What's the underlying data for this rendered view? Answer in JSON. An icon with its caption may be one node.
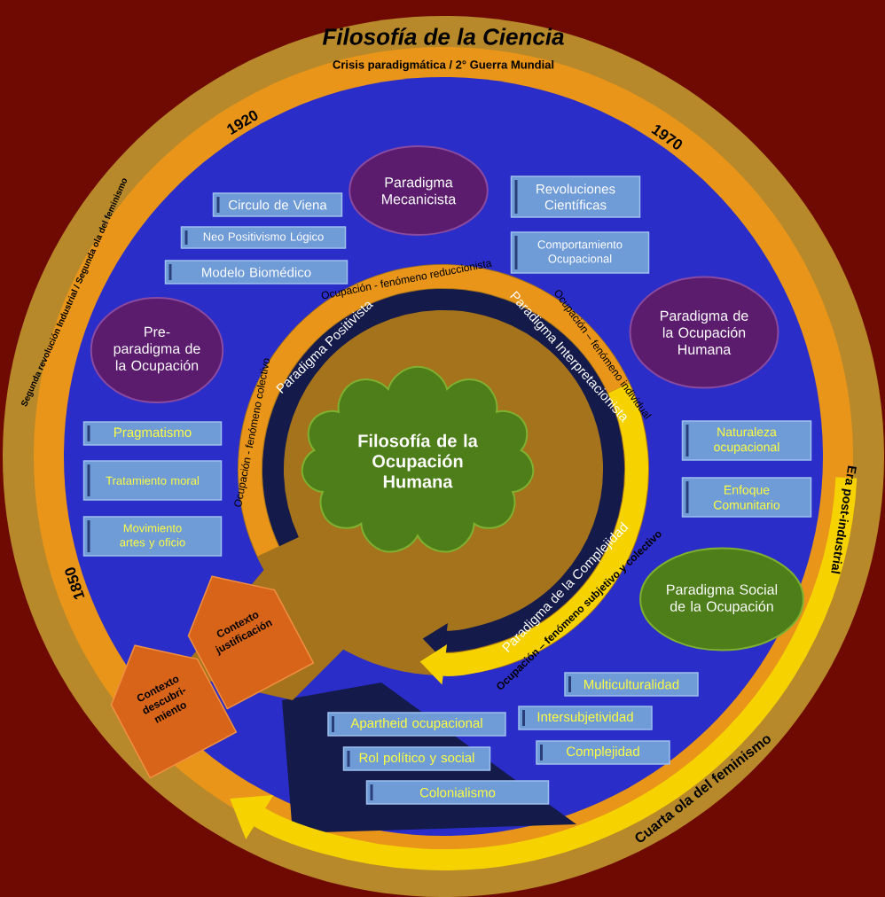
{
  "diagram": {
    "title": "Filosofía de la Ciencia",
    "nodes": [
      {
        "text": [
          "Paradigma Mecanicista"
        ]
      },
      {
        "text": [
          "Circulo de Viena"
        ]
      },
      {
        "text": [
          "Revoluciones Científicas"
        ]
      },
      {
        "text": [
          "Neo Positivismo Lógico"
        ]
      },
      {
        "text": [
          "Comportamiento Ocupacional"
        ]
      },
      {
        "text": [
          "Modelo Biomédico"
        ]
      },
      {
        "text": [
          "Pre- paradigma de la Ocupación"
        ]
      },
      {
        "text": [
          "Paradigma de la Ocupación Humana"
        ]
      },
      {
        "text": [
          "Filosofía de la Ocupación Humana"
        ]
      },
      {
        "text": [
          "Pragmatismo"
        ]
      },
      {
        "text": [
          "Naturaleza ocupacional"
        ]
      },
      {
        "text": [
          "Tratamiento moral"
        ]
      },
      {
        "text": [
          "Enfoque Comunitario"
        ]
      },
      {
        "text": [
          "Movimiento artes y oficio"
        ]
      },
      {
        "text": [
          "Paradigma Social de la Ocupación"
        ]
      },
      {
        "text": [
          "Contexto justificación"
        ]
      },
      {
        "text": [
          "Contexto descubri- miento"
        ]
      },
      {
        "text": [
          "Multiculturalidad"
        ]
      },
      {
        "text": [
          "Apartheid ocupacional"
        ]
      },
      {
        "text": [
          "Intersubjetividad"
        ]
      },
      {
        "text": [
          "Rol político y social"
        ]
      },
      {
        "text": [
          "Complejidad"
        ]
      },
      {
        "text": [
          "Colonialismo"
        ]
      }
    ],
    "labels": [
      "Crisis paradigmática / 2° Guerra Mundial",
      "1920",
      "1970",
      "Segunda revolución Industrial / Segunda ola del feminismo",
      "Ocupación - fenómeno reduccionista",
      "Paradigma Positivista",
      "Paradigma Interpretacionista",
      "Ocupación – fenómeno individual",
      "Ocupación - fenómeno colectivo",
      "Era post-industrial",
      "1850",
      "Paradigma de la Complejidad",
      "Ocupación – fenómeno subjetivo y colectivo",
      "Cuarta ola del feminismo"
    ]
  }
}
